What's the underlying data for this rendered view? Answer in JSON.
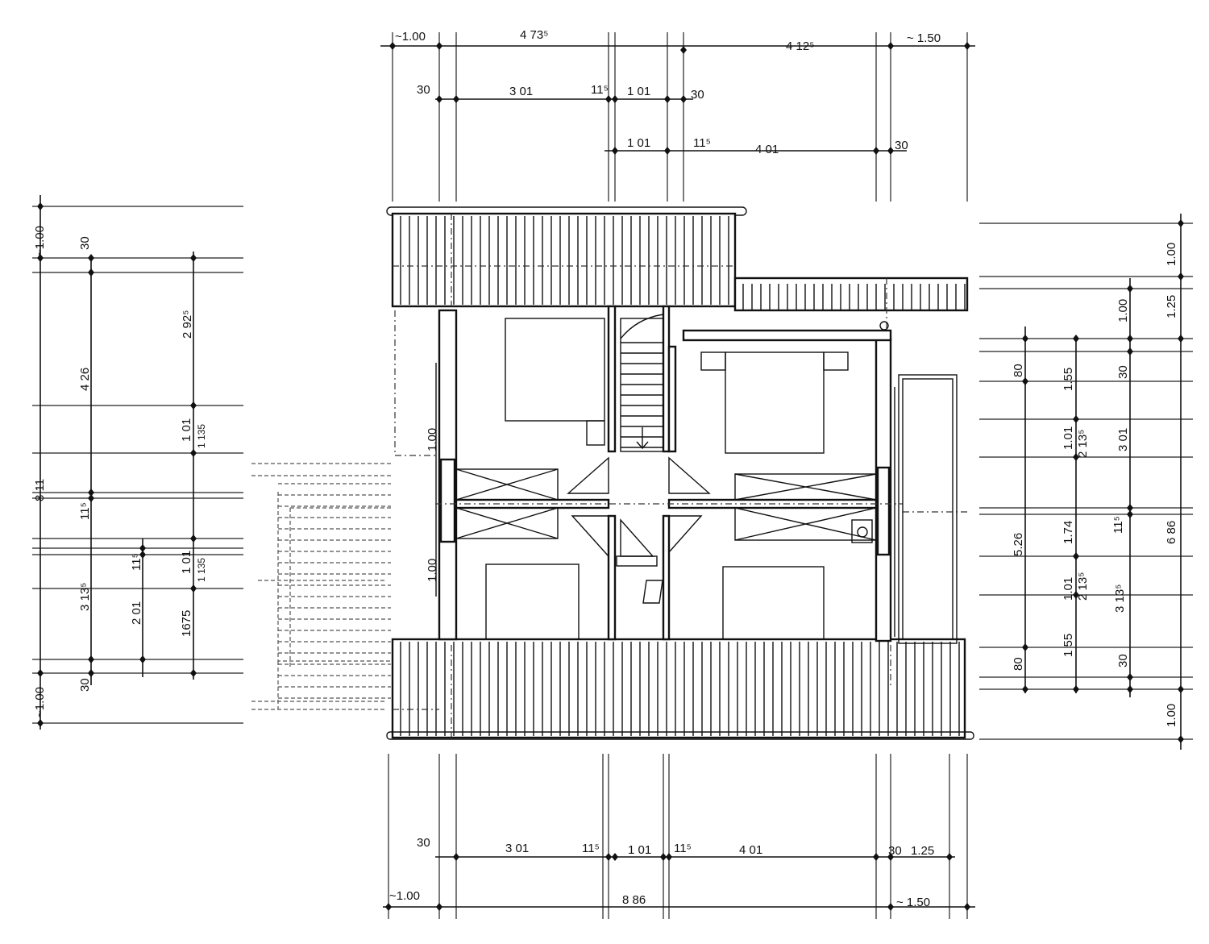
{
  "drawing": {
    "type": "attic floor plan",
    "top_dimensions": {
      "row1": [
        "~1.00",
        "4 73⁵",
        "4 12⁵",
        "~ 1.50"
      ],
      "row2": [
        "30",
        "3 01",
        "11⁵",
        "1 01",
        "30"
      ],
      "row3": [
        "1 01",
        "11⁵",
        "4 01",
        "30"
      ]
    },
    "bottom_dimensions": {
      "row1": [
        "30",
        "3 01",
        "11⁵",
        "1 01",
        "11⁵",
        "4 01",
        "30",
        "1.25"
      ],
      "row2": [
        "~1.00",
        "8 86",
        "~ 1.50"
      ]
    },
    "left_dimensions": {
      "col1": [
        "~1.00",
        "8 11",
        "~1.00"
      ],
      "col2": [
        "30",
        "4 26",
        "11⁵",
        "3 13⁵",
        "30"
      ],
      "col3": [
        "11⁵",
        "2 01"
      ],
      "col4": [
        "2 92⁵",
        "1 01",
        "1 135",
        "1 01",
        "1 135",
        "1675"
      ]
    },
    "right_dimensions": {
      "col1": [
        "1.00",
        "1.25",
        "6 86",
        "1.00"
      ],
      "col2": [
        "1.00",
        "30",
        "3 01",
        "11⁵",
        "3 13⁵",
        "30"
      ],
      "col3": [
        "1.55",
        "1.01",
        "2 13⁵",
        "1.74",
        "1.01",
        "2 13⁵",
        "1 55"
      ],
      "col4": [
        "80",
        "5.26",
        "80"
      ]
    },
    "wall_window_labels": [
      "1.00",
      "1.00"
    ]
  }
}
